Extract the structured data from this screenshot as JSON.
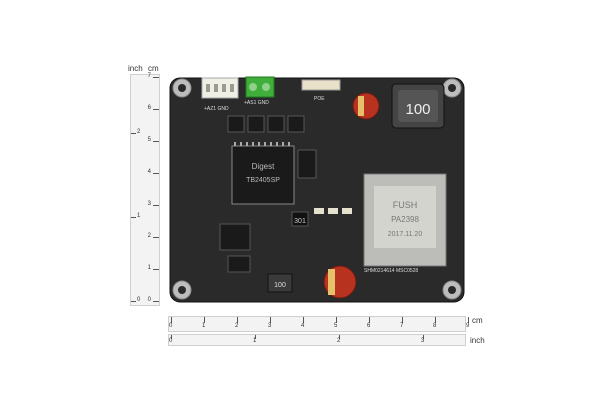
{
  "units": {
    "cm": "cm",
    "inch": "inch"
  },
  "ruler_cm": [
    "0",
    "1",
    "2",
    "3",
    "4",
    "5",
    "6",
    "7",
    "8",
    "9"
  ],
  "ruler_inch": [
    "0",
    "1",
    "2",
    "3"
  ],
  "ruler_v_cm": [
    "0",
    "1",
    "2",
    "3",
    "4",
    "5",
    "6",
    "7"
  ],
  "ruler_v_inch": [
    "0",
    "1",
    "2"
  ],
  "board": {
    "pin_label_left": "+AZ1 GND",
    "pin_label_right": "+AS1 GND",
    "connector_label": "POE",
    "inductor_value": "100",
    "transformer_brand": "FUSH",
    "transformer_part": "PA2398",
    "transformer_date": "2017.11.20",
    "chip_brand": "Digest",
    "chip_part": "TB2405SP",
    "component_301": "301",
    "inductor2_value": "100",
    "pcb_text": "SHM0214614 MSC0528"
  }
}
